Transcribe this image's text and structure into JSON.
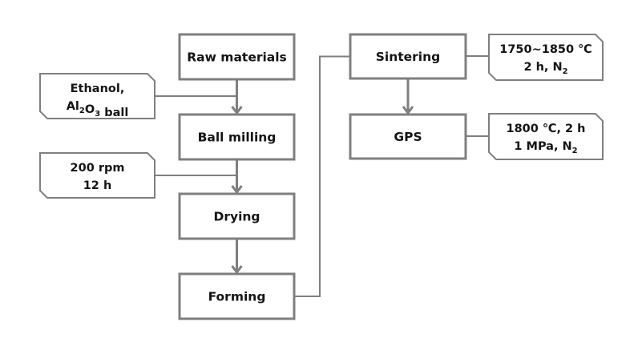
{
  "diagram": {
    "type": "process-flowchart",
    "colors": {
      "line": "#7f7f7f",
      "box_fill": "#ffffff",
      "text": "#141414"
    },
    "steps": [
      {
        "id": "raw-materials",
        "label": "Raw materials"
      },
      {
        "id": "ball-milling",
        "label": "Ball milling"
      },
      {
        "id": "drying",
        "label": "Drying"
      },
      {
        "id": "forming",
        "label": "Forming"
      },
      {
        "id": "sintering",
        "label": "Sintering"
      },
      {
        "id": "gps",
        "label": "GPS"
      }
    ],
    "conditions": [
      {
        "id": "milling-media",
        "attached_to": "ball-milling",
        "line1": [
          {
            "t": "Ethanol,"
          }
        ],
        "line2": [
          {
            "t": "Al"
          },
          {
            "t": "2",
            "sub": true
          },
          {
            "t": "O"
          },
          {
            "t": "3",
            "sub": true
          },
          {
            "t": " ball"
          }
        ]
      },
      {
        "id": "milling-params",
        "attached_to": "drying",
        "line1": [
          {
            "t": "200 rpm"
          }
        ],
        "line2": [
          {
            "t": "12 h"
          }
        ]
      },
      {
        "id": "sintering-params",
        "attached_to": "sintering",
        "line1": [
          {
            "t": "1750~1850 ℃"
          }
        ],
        "line2": [
          {
            "t": "2 h, N"
          },
          {
            "t": "2",
            "sub": true
          }
        ]
      },
      {
        "id": "gps-params",
        "attached_to": "gps",
        "line1": [
          {
            "t": "1800 ℃, 2 h"
          }
        ],
        "line2": [
          {
            "t": "1 MPa, N"
          },
          {
            "t": "2",
            "sub": true
          }
        ]
      }
    ],
    "edges": [
      {
        "from": "raw-materials",
        "to": "ball-milling",
        "arrow": true
      },
      {
        "from": "ball-milling",
        "to": "drying",
        "arrow": true
      },
      {
        "from": "drying",
        "to": "forming",
        "arrow": true
      },
      {
        "from": "forming",
        "to": "sintering",
        "arrow": false
      },
      {
        "from": "sintering",
        "to": "gps",
        "arrow": true
      }
    ]
  }
}
